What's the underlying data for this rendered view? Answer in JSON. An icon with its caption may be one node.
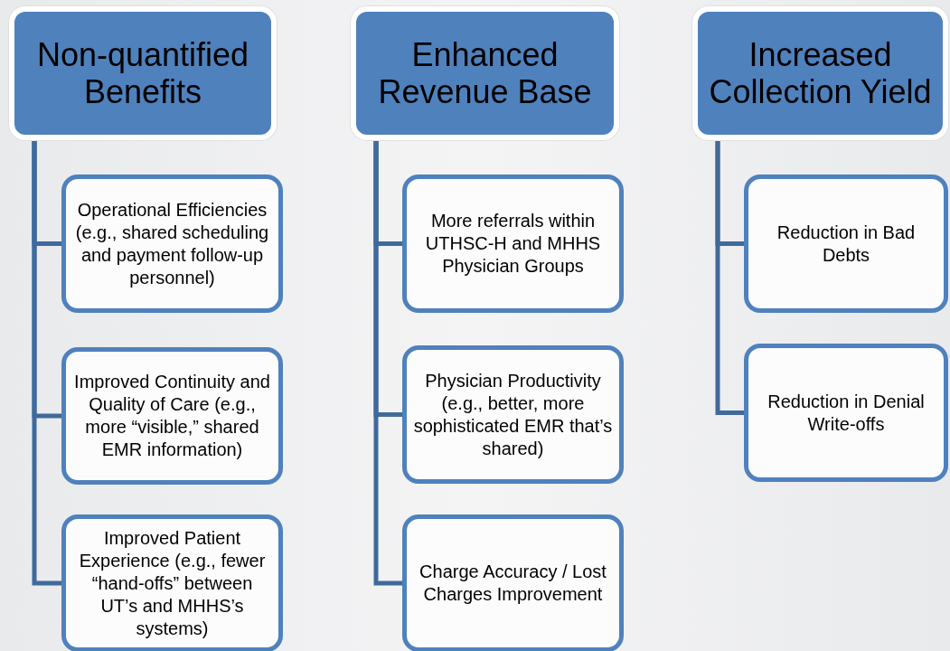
{
  "diagram": {
    "nodes": [
      {
        "text": [
          "Non-quantified Benefits"
        ]
      },
      {
        "text": [
          "Operational Efficiencies (e.g., shared scheduling and payment follow-up personnel)"
        ]
      },
      {
        "text": [
          "Improved Continuity and Quality of Care (e.g., more “visible,” shared EMR information)"
        ]
      },
      {
        "text": [
          "Improved Patient Experience (e.g., fewer “hand-offs” between UT’s and MHHS’s systems)"
        ]
      },
      {
        "text": [
          "Enhanced Revenue Base"
        ]
      },
      {
        "text": [
          "More referrals within UTHSC-H and MHHS Physician Groups"
        ]
      },
      {
        "text": [
          "Physician Productivity (e.g., better, more sophisticated EMR that’s shared)"
        ]
      },
      {
        "text": [
          "Charge Accuracy / Lost Charges Improvement"
        ]
      },
      {
        "text": [
          "Increased Collection Yield"
        ]
      },
      {
        "text": [
          "Reduction in Bad Debts"
        ]
      },
      {
        "text": [
          "Reduction in Denial Write-offs"
        ]
      }
    ],
    "edges": [
      {
        "from": 0,
        "to": 1,
        "arrow": "none"
      },
      {
        "from": 0,
        "to": 2,
        "arrow": "none"
      },
      {
        "from": 0,
        "to": 3,
        "arrow": "none"
      },
      {
        "from": 4,
        "to": 5,
        "arrow": "none"
      },
      {
        "from": 4,
        "to": 6,
        "arrow": "none"
      },
      {
        "from": 4,
        "to": 7,
        "arrow": "none"
      },
      {
        "from": 8,
        "to": 9,
        "arrow": "none"
      },
      {
        "from": 8,
        "to": 10,
        "arrow": "none"
      }
    ]
  }
}
